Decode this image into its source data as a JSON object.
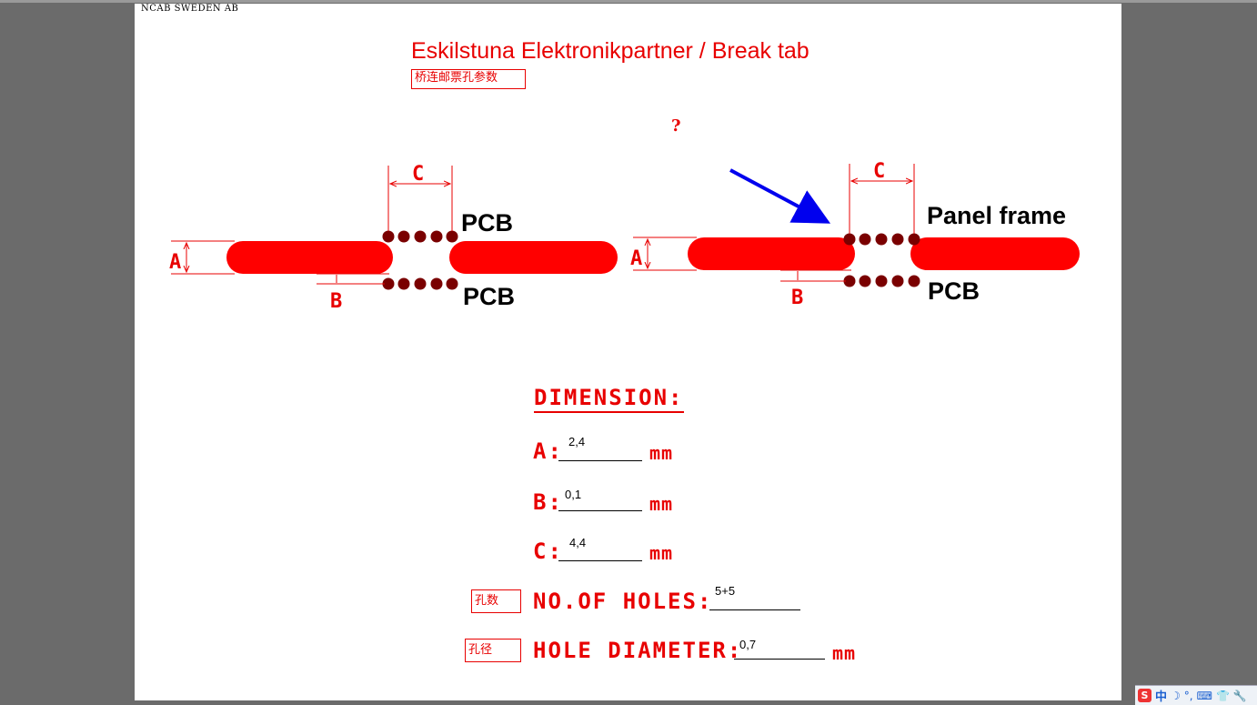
{
  "header": {
    "company": "NCAB SWEDEN AB",
    "title": "Eskilstuna Elektronikpartner / Break tab",
    "subtitle_cn": "桥连邮票孔参数",
    "question_mark": "?"
  },
  "left_diagram": {
    "label_c": "C",
    "label_a": "A",
    "label_b": "B",
    "label_top": "PCB",
    "label_bottom": "PCB"
  },
  "right_diagram": {
    "label_c": "C",
    "label_a": "A",
    "label_b": "B",
    "label_top": "Panel frame",
    "label_bottom": "PCB"
  },
  "dimensions": {
    "heading": "DIMENSION:",
    "rows": [
      {
        "label": "A:",
        "value": "2,4",
        "unit": "mm"
      },
      {
        "label": "B:",
        "value": "0,1",
        "unit": "mm"
      },
      {
        "label": "C:",
        "value": "4,4",
        "unit": "mm"
      },
      {
        "label": "NO.OF HOLES:",
        "value": "5+5",
        "unit": "",
        "cn": "孔数"
      },
      {
        "label": "HOLE DIAMETER:",
        "value": "0,7",
        "unit": "mm",
        "cn": "孔径"
      }
    ]
  },
  "tray": {
    "ime_logo": "S",
    "ime_lang": "中",
    "symbols": [
      "☽",
      "°,",
      "⌨",
      "👕",
      "🔧"
    ]
  },
  "colors": {
    "drawing_red": "#e80000",
    "hole_dark_red": "#7a0000",
    "arrow_blue": "#0000ee"
  }
}
